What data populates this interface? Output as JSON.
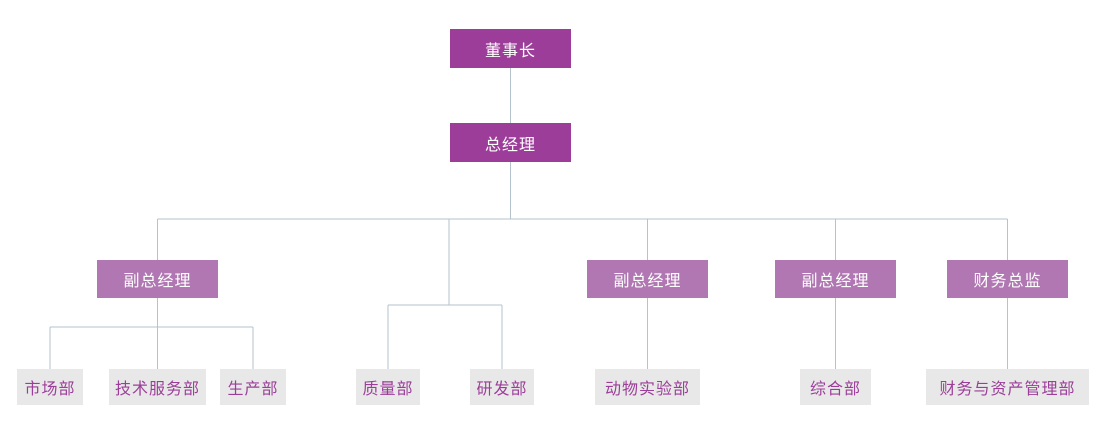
{
  "diagram": {
    "type": "org_chart",
    "background": "#FFFFFF",
    "colors": {
      "executive_fill": "#9C3E99",
      "manager_fill": "#B077B2",
      "department_fill": "#E8E8E8",
      "executive_text": "#FFFFFF",
      "department_text": "#9C3E99",
      "connector": "#B5C3CD"
    },
    "nodes": {
      "chairman": {
        "label": "董事长",
        "level": 1,
        "reports_to": null
      },
      "general_manager": {
        "label": "总经理",
        "level": 2,
        "reports_to": "chairman"
      },
      "vp_1": {
        "label": "副总经理",
        "level": 3,
        "reports_to": "general_manager"
      },
      "vp_2": {
        "label": "副总经理",
        "level": 3,
        "reports_to": "general_manager"
      },
      "vp_3": {
        "label": "副总经理",
        "level": 3,
        "reports_to": "general_manager"
      },
      "finance_director": {
        "label": "财务总监",
        "level": 3,
        "reports_to": "general_manager"
      },
      "marketing_dept": {
        "label": "市场部",
        "level": 4,
        "reports_to": "vp_1"
      },
      "tech_service_dept": {
        "label": "技术服务部",
        "level": 4,
        "reports_to": "vp_1"
      },
      "production_dept": {
        "label": "生产部",
        "level": 4,
        "reports_to": "vp_1"
      },
      "quality_dept": {
        "label": "质量部",
        "level": 4,
        "reports_to": "general_manager"
      },
      "rd_dept": {
        "label": "研发部",
        "level": 4,
        "reports_to": "general_manager"
      },
      "animal_lab_dept": {
        "label": "动物实验部",
        "level": 4,
        "reports_to": "vp_2"
      },
      "general_affairs_dept": {
        "label": "综合部",
        "level": 4,
        "reports_to": "vp_3"
      },
      "finance_asset_dept": {
        "label": "财务与资产管理部",
        "level": 4,
        "reports_to": "finance_director"
      }
    }
  }
}
